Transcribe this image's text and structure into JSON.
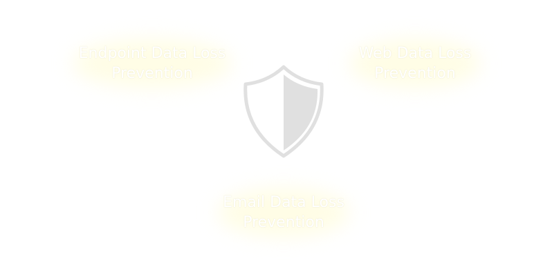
{
  "nodes": [
    {
      "label_line1": "Endpoint Data Loss",
      "label_line2": "Prevention"
    },
    {
      "label_line1": "Web Data Loss",
      "label_line2": "Prevention"
    },
    {
      "label_line1": "Email Data Loss",
      "label_line2": "Prevention"
    }
  ],
  "colors": {
    "shield": "#e0e0e0",
    "glow": "#fffde6",
    "text": "#ffffff"
  },
  "icons": {
    "center": "shield-icon"
  }
}
